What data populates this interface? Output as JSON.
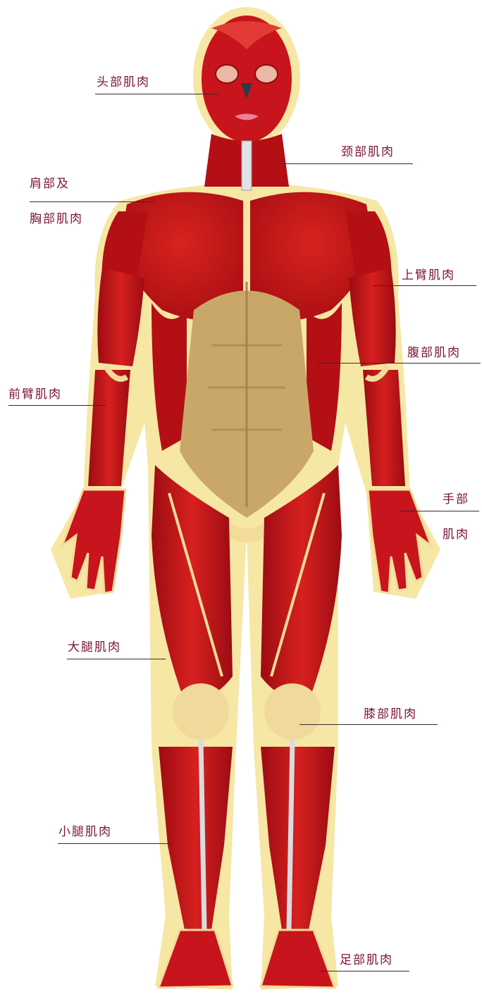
{
  "labels": {
    "head": "头部肌肉",
    "neck": "颈部肌肉",
    "shoulder_chest_line1": "肩部及",
    "shoulder_chest_line2": "胸部肌肉",
    "upper_arm": "上臂肌肉",
    "abdomen": "腹部肌肉",
    "forearm": "前臂肌肉",
    "hand_line1": "手部",
    "hand_line2": "肌肉",
    "thigh": "大腿肌肉",
    "knee": "膝部肌肉",
    "calf": "小腿肌肉",
    "foot": "足部肌肉"
  },
  "colors": {
    "muscle": "#c8141c",
    "muscle_dark": "#8f0a10",
    "muscle_light": "#e23a36",
    "tendon": "#f3dc9a",
    "outline": "#f6e7a4",
    "abdomen": "#c9a769",
    "label_text": "#7a1434",
    "leader_line": "#3a2a30"
  }
}
